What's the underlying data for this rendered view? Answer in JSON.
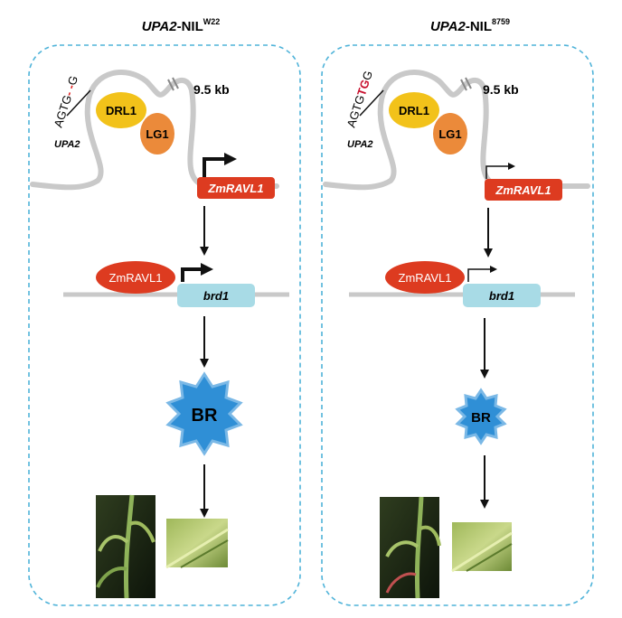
{
  "panels": [
    {
      "title_italic": "UPA2",
      "title_rest": "-NIL",
      "title_sup": "W22",
      "seq_prefix": "AGTG",
      "seq_mid": "- -",
      "seq_suffix": "G",
      "protein_a": "DRL1",
      "protein_b": "LG1",
      "distance": "9.5 kb",
      "locus": "UPA2",
      "gene": "ZmRAVL1",
      "tf": "ZmRAVL1",
      "target": "brd1",
      "hormone": "BR",
      "colors": {
        "mid": "#e02020",
        "strong_arrow": true,
        "br_size": "large"
      }
    },
    {
      "title_italic": "UPA2",
      "title_rest": "-NIL",
      "title_sup": "8759",
      "seq_prefix": "AGTG",
      "seq_mid": "TG",
      "seq_suffix": "G",
      "protein_a": "DRL1",
      "protein_b": "LG1",
      "distance": "9.5 kb",
      "locus": "UPA2",
      "gene": "ZmRAVL1",
      "tf": "ZmRAVL1",
      "target": "brd1",
      "hormone": "BR",
      "colors": {
        "mid": "#c8102e",
        "strong_arrow": false,
        "br_size": "small"
      }
    }
  ],
  "palette": {
    "border": "#4fb3d9",
    "dna": "#c9c9c9",
    "drl1": "#f2c21a",
    "lg1": "#eb8a3a",
    "gene": "#dd3b20",
    "brd1": "#a8dbe6",
    "br_fill": "#2f8fd6",
    "br_stroke": "#7ab8e6"
  }
}
